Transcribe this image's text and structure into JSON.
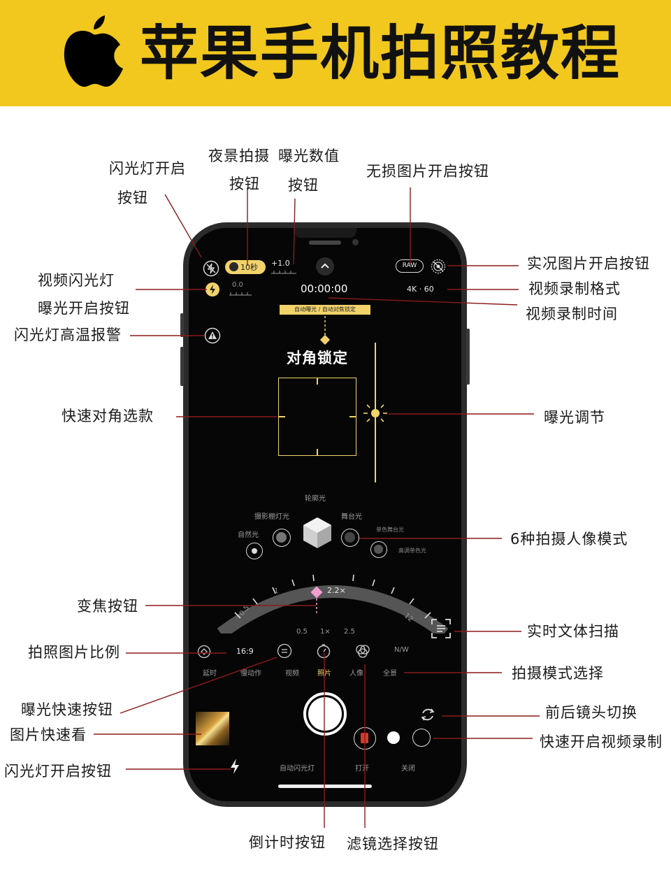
{
  "header": {
    "title": "苹果手机拍照教程",
    "logo_icon": "apple-logo-icon",
    "background_color": "#f2c81e"
  },
  "labels": {
    "flash_on_1": "闪光灯开启",
    "flash_on_2": "按钮",
    "night_1": "夜景拍摄",
    "night_2": "按钮",
    "exposure_value_1": "曝光数值",
    "exposure_value_2": "按钮",
    "raw": "无损图片开启按钮",
    "live_photo": "实况图片开启按钮",
    "video_flash": "视频闪光灯",
    "video_format": "视频录制格式",
    "exposure_on": "曝光开启按钮",
    "video_time": "视频录制时间",
    "flash_heat": "闪光灯高温报警",
    "quick_focus": "快速对角选款",
    "exposure_adjust": "曝光调节",
    "portrait_modes": "6种拍摄人像模式",
    "zoom_button": "变焦按钮",
    "text_scan": "实时文体扫描",
    "aspect_ratio": "拍照图片比例",
    "mode_select": "拍摄模式选择",
    "exposure_quick": "曝光快速按钮",
    "lens_switch": "前后镜头切换",
    "gallery": "图片快速看",
    "quick_video": "快速开启视频录制",
    "flash_button": "闪光灯开启按钮",
    "timer": "倒计时按钮",
    "filter": "滤镜选择按钮"
  },
  "screen": {
    "night_mode": "10秒",
    "exposure_value": "+1.0",
    "exposure_scale": "0.0",
    "timer_display": "00:00:00",
    "video_format": "4K · 60",
    "raw_button": "RAW",
    "lock_banner": "自动曝光 / 自动对焦锁定",
    "lock_text": "对角锁定",
    "portrait_title": "轮廓光",
    "portrait_studio": "摄影棚灯光",
    "portrait_stage": "舞台光",
    "portrait_natural": "自然光",
    "portrait_stage_mono": "单色舞台光",
    "portrait_high_key": "高调单色光",
    "zoom_value": "2.2×",
    "dial_low": "0.5",
    "dial_high": "12",
    "dial_one": "1",
    "zoom_05": "0.5",
    "zoom_1": "1×",
    "zoom_25": "2.5",
    "aspect": "16:9",
    "modes": [
      "延时",
      "慢动作",
      "视频",
      "照片",
      "人像",
      "全景"
    ],
    "flash_options": [
      "自动闪光灯",
      "打开",
      "关闭"
    ],
    "filter_badge": "N/W"
  },
  "colors": {
    "accent": "#f2d36a",
    "pointer_line": "#8b1a1a",
    "pink_marker": "#f0a0d0"
  }
}
